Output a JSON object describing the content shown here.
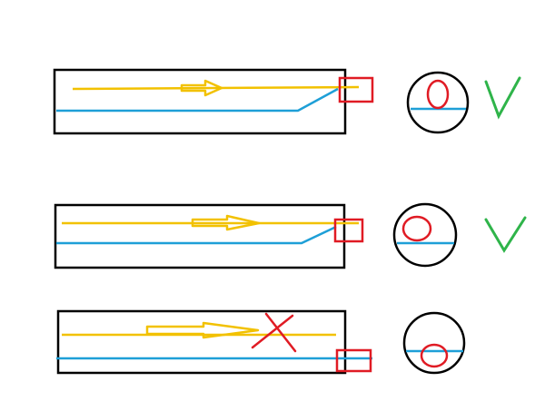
{
  "colors": {
    "outline": "#000000",
    "yellow_line": "#f2c100",
    "blue_line": "#1e9fd7",
    "marker_red": "#e01b24",
    "check_green": "#2fb44a",
    "background": "#ffffff"
  },
  "rows": [
    {
      "id": "row-1",
      "icons": [
        "flow-arrow-icon",
        "highlight-box-icon",
        "circle-section-icon",
        "check-icon"
      ],
      "status": "ok"
    },
    {
      "id": "row-2",
      "icons": [
        "flow-arrow-icon",
        "highlight-box-icon",
        "circle-section-icon",
        "check-icon"
      ],
      "status": "ok"
    },
    {
      "id": "row-3",
      "icons": [
        "flow-arrow-icon",
        "cross-icon",
        "highlight-box-icon",
        "circle-section-icon"
      ],
      "status": "fail"
    }
  ]
}
